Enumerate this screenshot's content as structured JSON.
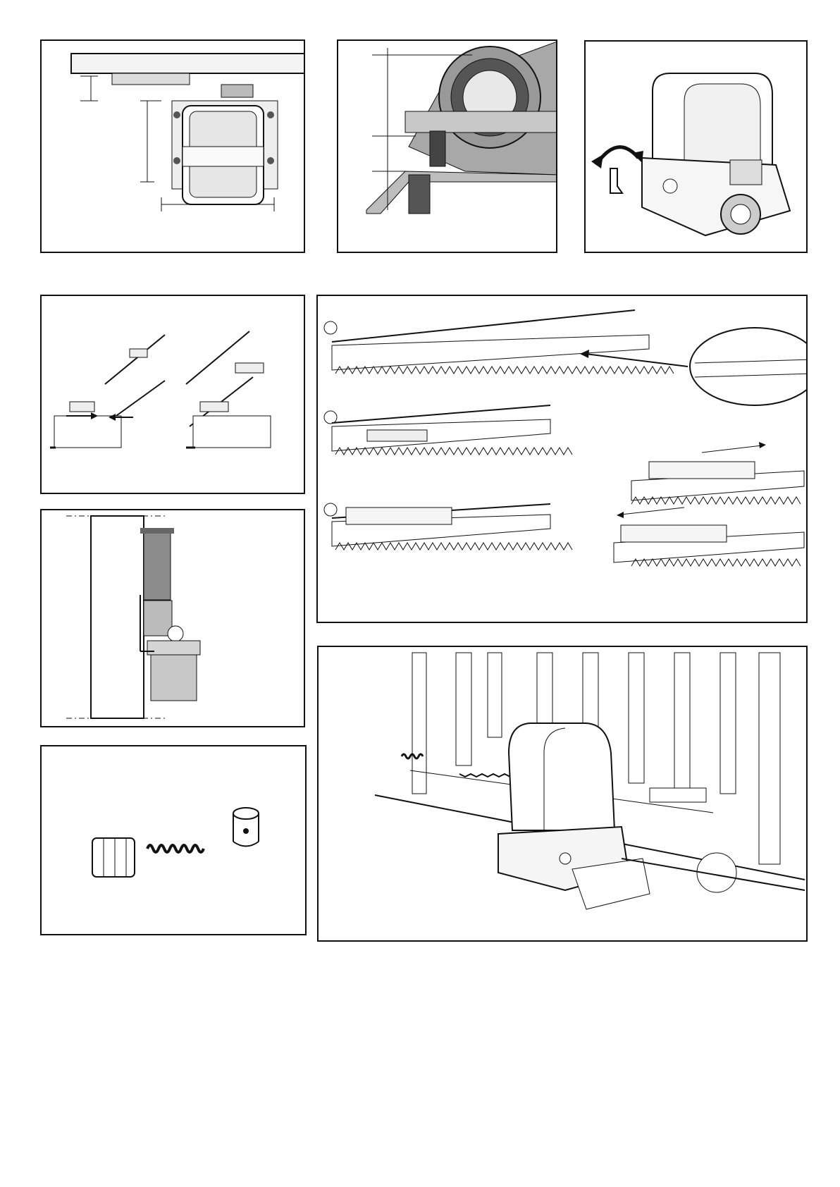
{
  "colors": {
    "line": "#111111",
    "shade_dark": "#8c8c8c",
    "shade_mid": "#b5b5b5",
    "shade_light": "#d9d9d9",
    "paper": "#ffffff"
  },
  "panels": [
    {
      "id": "p1",
      "subject": "motor-top-view"
    },
    {
      "id": "p2",
      "subject": "pinion-rack-closeup"
    },
    {
      "id": "p3",
      "subject": "motor-release-key"
    },
    {
      "id": "p4",
      "subject": "rack-fixing"
    },
    {
      "id": "p5",
      "subject": "rack-joining-steps"
    },
    {
      "id": "p6",
      "subject": "motor-side-section"
    },
    {
      "id": "p7",
      "subject": "limit-switch-parts"
    },
    {
      "id": "p8",
      "subject": "installed-gate-operator"
    }
  ]
}
